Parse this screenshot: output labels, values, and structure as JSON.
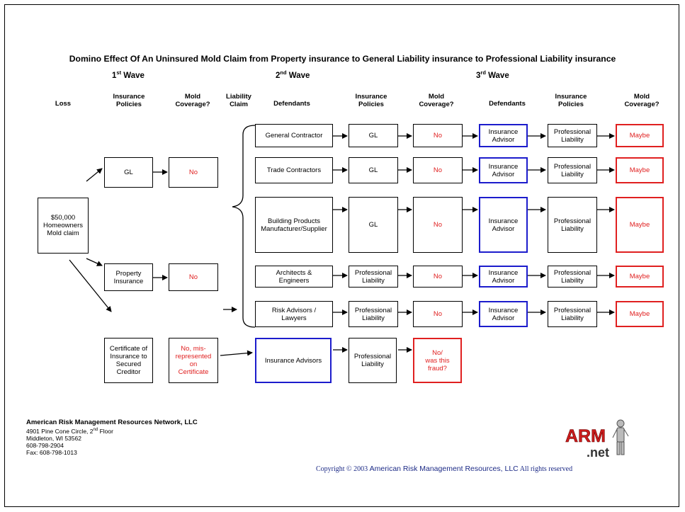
{
  "title": "Domino Effect Of An Uninsured Mold Claim from Property insurance to General Liability insurance to Professional Liability insurance",
  "waves": {
    "w1": {
      "num": "1",
      "sup": "st",
      "word": "Wave"
    },
    "w2": {
      "num": "2",
      "sup": "nd",
      "word": "Wave"
    },
    "w3": {
      "num": "3",
      "sup": "rd",
      "word": "Wave"
    }
  },
  "headers": {
    "loss": "Loss",
    "ins1": [
      "Insurance",
      "Policies"
    ],
    "mold1": [
      "Mold",
      "Coverage?"
    ],
    "liab": [
      "Liability",
      "Claim"
    ],
    "def1": "Defendants",
    "ins2": [
      "Insurance",
      "Policies"
    ],
    "mold2": [
      "Mold",
      "Coverage?"
    ],
    "def2": "Defendants",
    "ins3": [
      "Insurance",
      "Policies"
    ],
    "mold3": [
      "Mold",
      "Coverage?"
    ]
  },
  "loss_box": [
    "$50,000",
    "Homeowners",
    "Mold claim"
  ],
  "wave1": {
    "gl": "GL",
    "gl_cov": "No",
    "property": [
      "Property",
      "Insurance"
    ],
    "property_cov": "No",
    "certificate": [
      "Certificate of",
      "Insurance to",
      "Secured",
      "Creditor"
    ],
    "certificate_cov": [
      "No, mis-",
      "represented",
      "on",
      "Certificate"
    ]
  },
  "rows": [
    {
      "defendant": [
        "General Contractor"
      ],
      "policy": [
        "GL"
      ],
      "coverage": "No",
      "defendant2": [
        "Insurance",
        "Advisor"
      ],
      "policy2": [
        "Professional",
        "Liability"
      ],
      "coverage2": "Maybe"
    },
    {
      "defendant": [
        "Trade Contractors"
      ],
      "policy": [
        "GL"
      ],
      "coverage": "No",
      "defendant2": [
        "Insurance",
        "Advisor"
      ],
      "policy2": [
        "Professional",
        "Liability"
      ],
      "coverage2": "Maybe"
    },
    {
      "defendant": [
        "Building Products",
        "Manufacturer/Supplier"
      ],
      "policy": [
        "GL"
      ],
      "coverage": "No",
      "defendant2": [
        "Insurance",
        "Advisor"
      ],
      "policy2": [
        "Professional",
        "Liability"
      ],
      "coverage2": "Maybe"
    },
    {
      "defendant": [
        "Architects &",
        "Engineers"
      ],
      "policy": [
        "Professional",
        "Liability"
      ],
      "coverage": "No",
      "defendant2": [
        "Insurance",
        "Advisor"
      ],
      "policy2": [
        "Professional",
        "Liability"
      ],
      "coverage2": "Maybe"
    },
    {
      "defendant": [
        "Risk Advisors /",
        "Lawyers"
      ],
      "policy": [
        "Professional",
        "Liability"
      ],
      "coverage": "No",
      "defendant2": [
        "Insurance",
        "Advisor"
      ],
      "policy2": [
        "Professional",
        "Liability"
      ],
      "coverage2": "Maybe"
    }
  ],
  "advisors_row": {
    "defendant": "Insurance Advisors",
    "policy": [
      "Professional",
      "Liability"
    ],
    "coverage": [
      "No/",
      "was this",
      "fraud?"
    ]
  },
  "footer": {
    "company": "American Risk Management Resources Network, LLC",
    "address_pre": "4901 Pine Cone Circle, 2",
    "address_sup": "nd",
    "address_post": " Floor",
    "city": "Middleton, WI  53562",
    "phone": "608-798-2904",
    "fax": "Fax: 608-798-1013"
  },
  "copyright": {
    "pre": "Copyright © 2003 ",
    "name": "American Risk Management Resources, LLC",
    "post": " All rights reserved"
  },
  "logo": {
    "top": "ARM",
    "bottom": ".net"
  },
  "colors": {
    "red": "#e02020",
    "blue": "#1c1ccc",
    "copyright": "#1c2a86"
  }
}
